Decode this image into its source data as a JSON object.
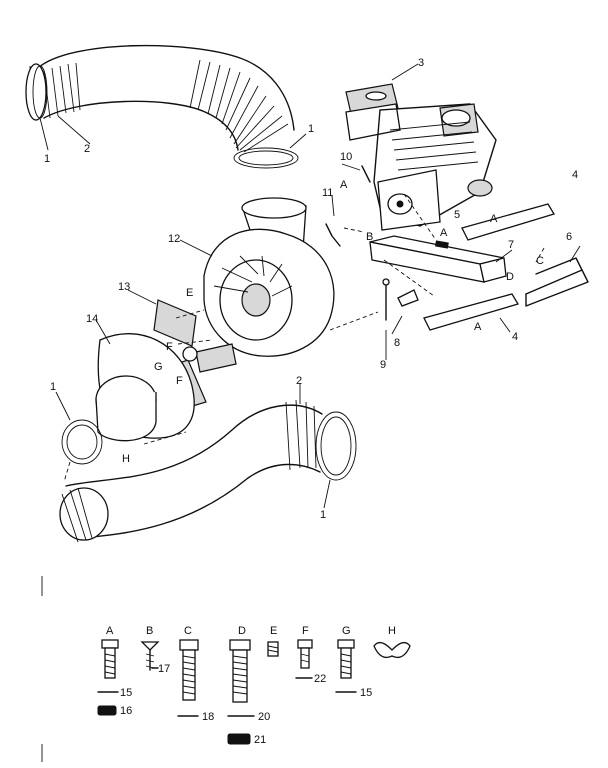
{
  "callouts": {
    "c1a": "1",
    "c1b": "1",
    "c1c": "1",
    "c1d": "1",
    "c2a": "2",
    "c2b": "2",
    "c3": "3",
    "c4a": "4",
    "c4b": "4",
    "c5": "5",
    "c6": "6",
    "c7": "7",
    "c8": "8",
    "c9": "9",
    "c10": "10",
    "c11": "11",
    "c12": "12",
    "c13": "13",
    "c14": "14"
  },
  "refs": {
    "eA1": "A",
    "eA2": "A",
    "eA3": "A",
    "eA4": "A",
    "eB": "B",
    "eC": "C",
    "eD": "D",
    "eE": "E",
    "eF1": "F",
    "eF2": "F",
    "eG": "G",
    "eH": "H"
  },
  "hardware": {
    "letters": [
      "A",
      "B",
      "C",
      "D",
      "E",
      "F",
      "G",
      "H"
    ],
    "n15a": "15",
    "n16": "16",
    "n17": "17",
    "n18": "18",
    "n20": "20",
    "n21": "21",
    "n22": "22",
    "n15b": "15"
  }
}
